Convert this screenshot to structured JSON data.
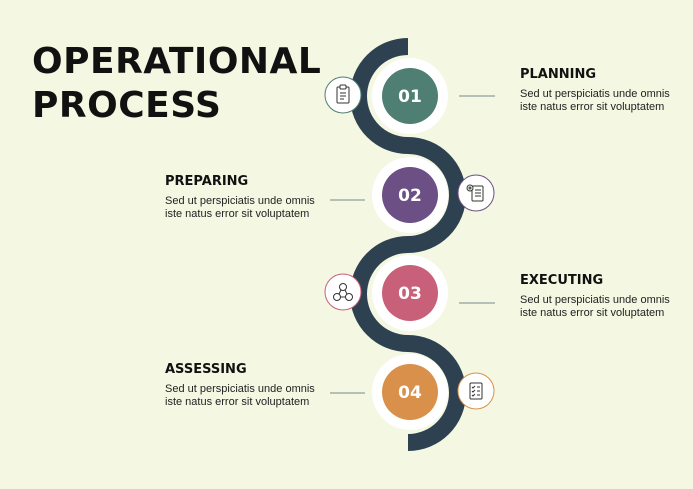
{
  "title": {
    "line1": "OPERATIONAL",
    "line2": "PROCESS"
  },
  "colors": {
    "background": "#f4f7e2",
    "path": "#2e4150",
    "step1": "#4f7f72",
    "step2": "#6b4f85",
    "step3": "#c9607a",
    "step4": "#d9904a"
  },
  "steps": [
    {
      "number": "01",
      "title": "PLANNING",
      "desc": "Sed ut perspiciatis unde omnis iste natus error sit voluptatem",
      "icon": "clipboard-icon"
    },
    {
      "number": "02",
      "title": "PREPARING",
      "desc": "Sed ut perspiciatis unde omnis iste natus error sit voluptatem",
      "icon": "document-settings-icon"
    },
    {
      "number": "03",
      "title": "EXECUTING",
      "desc": "Sed ut perspiciatis unde omnis iste natus error sit voluptatem",
      "icon": "gears-network-icon"
    },
    {
      "number": "04",
      "title": "ASSESSING",
      "desc": "Sed ut perspiciatis unde omnis iste natus error sit voluptatem",
      "icon": "checklist-icon"
    }
  ]
}
